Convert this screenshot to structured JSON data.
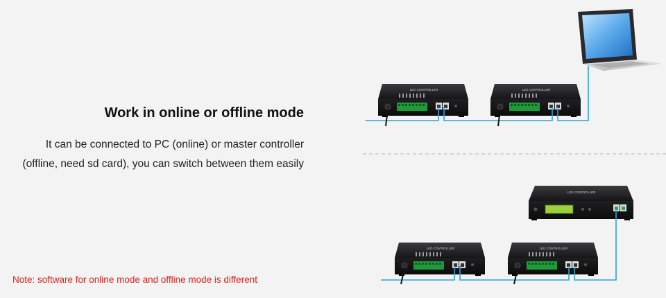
{
  "heading": "Work in online or offline mode",
  "description": {
    "line1": "It can be connected to PC (online) or master controller",
    "line2": "(offline, need sd card), you can switch between them easily"
  },
  "note": "Note: software for online mode and offline mode is different",
  "device_label": "LED CONTROLLER",
  "colors": {
    "background": "#f3f3f4",
    "cable": "#2aa3d8",
    "note_text": "#e0201c",
    "device_body": "#1c1c1e",
    "terminal_green": "#1f9a3a",
    "lcd_green": "#9bd23a"
  },
  "icons": [
    "laptop-icon",
    "led-controller-icon",
    "master-controller-icon"
  ]
}
